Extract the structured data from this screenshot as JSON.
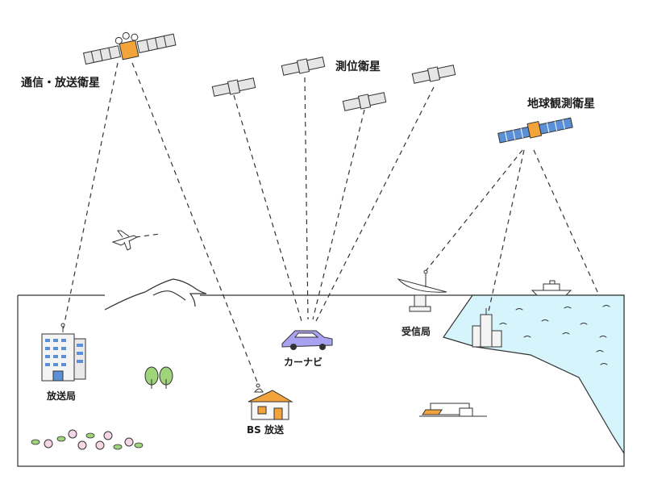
{
  "labels": {
    "comm_satellite": "通信・放送衛星",
    "positioning_satellite": "測位衛星",
    "earth_observation_satellite": "地球観測衛星",
    "broadcast_station": "放送局",
    "bs_broadcast": "BS 放送",
    "car_navigation": "カーナビ",
    "receiving_station": "受信局"
  },
  "colors": {
    "line": "#333333",
    "sea": "#d5f4fb",
    "satellite_body": "#f2a33a",
    "solar_panel_gray": "#e6e6e6",
    "solar_panel_blue": "#5b8fd6",
    "car": "#a9a2f0",
    "tree": "#9fd47a",
    "flower": "#f5d6e6"
  },
  "icons": [
    "satellite-icon",
    "airplane-icon",
    "mountain-icon",
    "building-icon",
    "tree-icon",
    "house-icon",
    "car-icon",
    "dish-antenna-icon",
    "ship-icon",
    "flower-icon"
  ]
}
